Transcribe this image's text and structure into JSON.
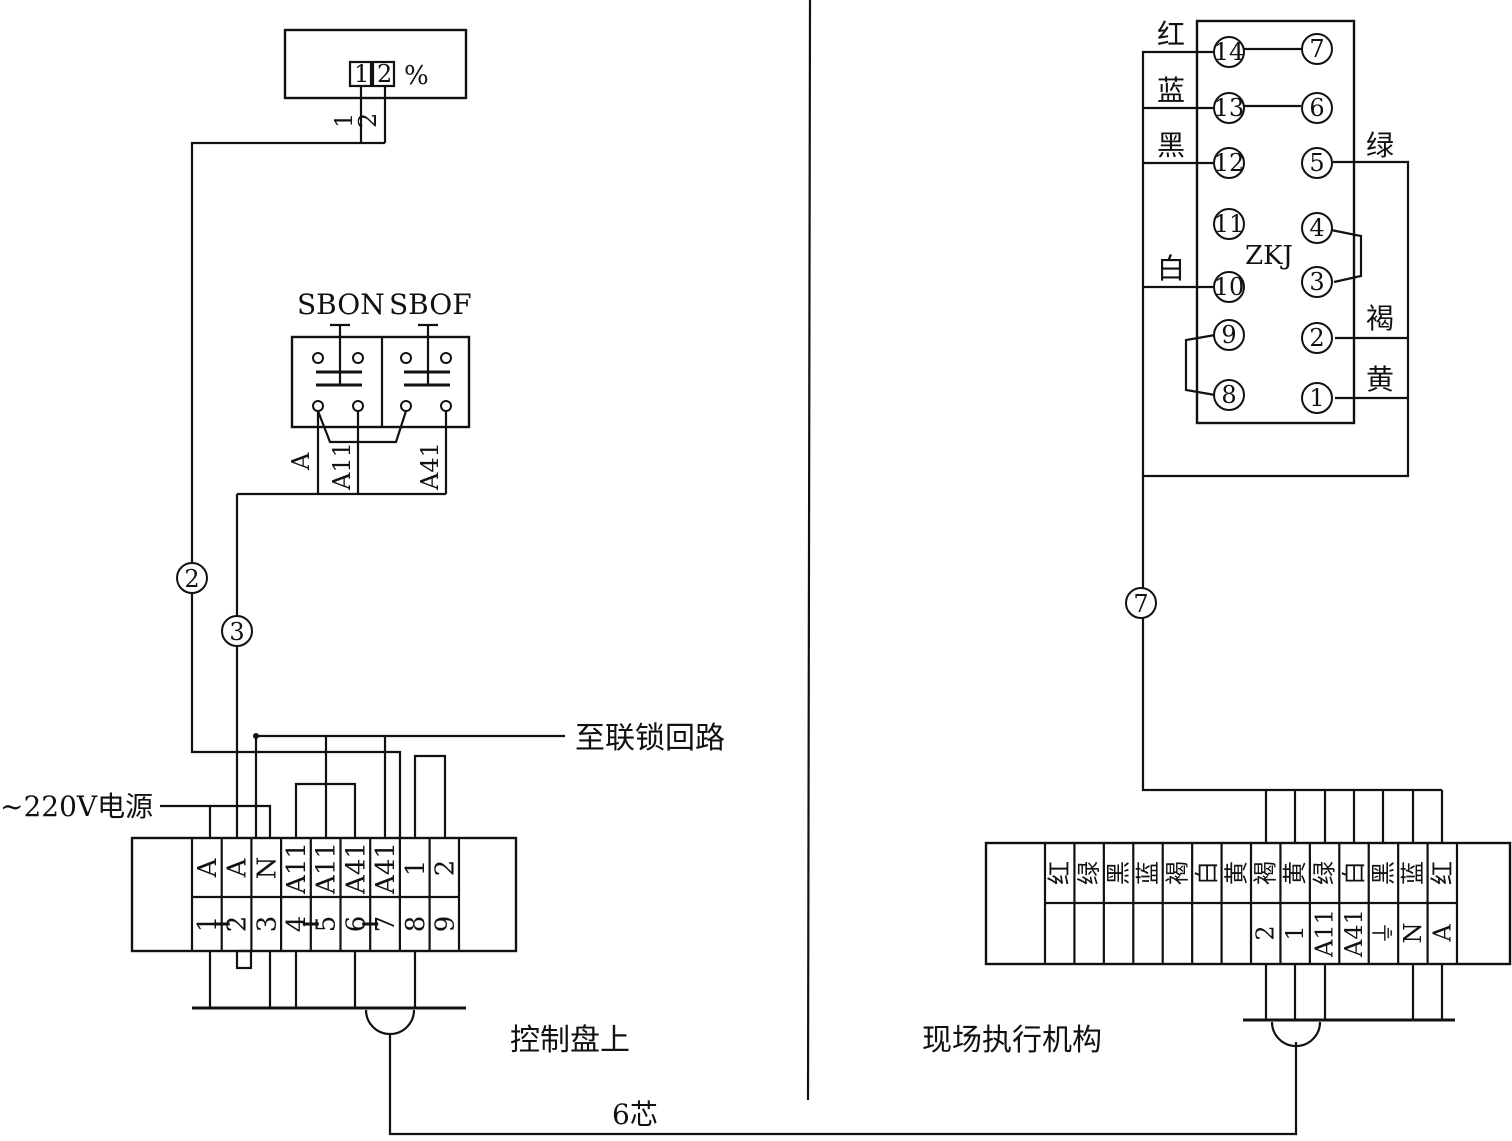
{
  "meter": {
    "pins": [
      "1",
      "2"
    ],
    "unit": "%",
    "wire_labels": [
      "1",
      "2"
    ]
  },
  "switches": {
    "on_label": "SBON",
    "off_label": "SBOF",
    "wire_labels": [
      "A",
      "A11",
      "A41"
    ]
  },
  "cables": {
    "cable2": "2",
    "cable3": "3",
    "cable7": "7",
    "trunk": "6芯"
  },
  "annotations": {
    "interlock": "至联锁回路",
    "power": "~220V电源"
  },
  "panel": {
    "caption": "控制盘上",
    "top_labels": [
      "A",
      "A",
      "N",
      "A11",
      "A11",
      "A41",
      "A41",
      "1",
      "2"
    ],
    "bottom_labels": [
      "1",
      "2",
      "3",
      "4",
      "5",
      "6",
      "7",
      "8",
      "9"
    ]
  },
  "field": {
    "caption": "现场执行机构",
    "top_labels": [
      "红",
      "绿",
      "黑",
      "蓝",
      "褐",
      "白",
      "黄",
      "褐",
      "黄",
      "绿",
      "白",
      "黑",
      "蓝",
      "红"
    ],
    "bottom_labels": [
      "",
      "",
      "",
      "",
      "",
      "",
      "",
      "2",
      "1",
      "A11",
      "A41",
      "⏚",
      "N",
      "A"
    ]
  },
  "actuator": {
    "name": "ZKJ",
    "left_pins": [
      "14",
      "13",
      "12",
      "11",
      "10",
      "9",
      "8"
    ],
    "right_pins": [
      "7",
      "6",
      "5",
      "4",
      "3",
      "2",
      "1"
    ],
    "wire_colors": {
      "red": "红",
      "blue": "蓝",
      "black": "黑",
      "white": "白",
      "green": "绿",
      "brown": "褐",
      "yellow": "黄"
    }
  }
}
